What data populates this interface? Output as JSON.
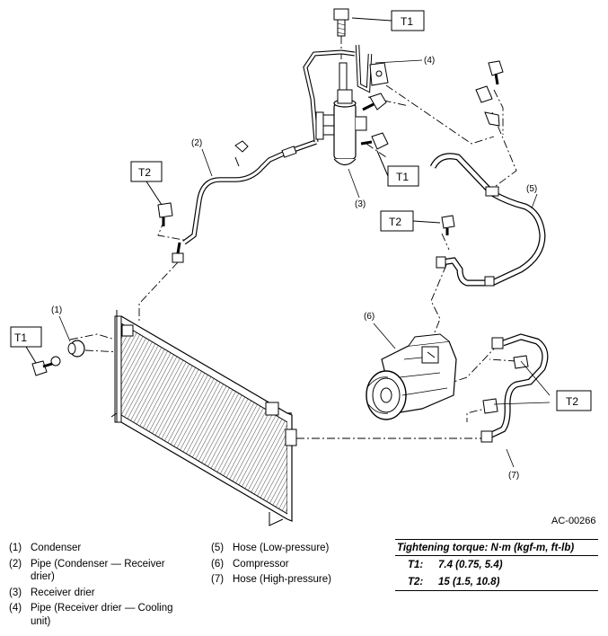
{
  "diagram": {
    "part_code": "AC-00266",
    "torque_tags": {
      "t1_top": "T1",
      "t1_drier": "T1",
      "t1_left": "T1",
      "t2_pipe": "T2",
      "t2_hose": "T2",
      "t2_high": "T2"
    },
    "callouts": {
      "c1": "(1)",
      "c2": "(2)",
      "c3": "(3)",
      "c4": "(4)",
      "c5": "(5)",
      "c6": "(6)",
      "c7": "(7)"
    }
  },
  "legend": {
    "col1": [
      {
        "num": "(1)",
        "text": "Condenser"
      },
      {
        "num": "(2)",
        "text": "Pipe (Condenser — Receiver drier)"
      },
      {
        "num": "(3)",
        "text": "Receiver drier"
      },
      {
        "num": "(4)",
        "text": "Pipe (Receiver drier — Cooling unit)"
      }
    ],
    "col2": [
      {
        "num": "(5)",
        "text": "Hose (Low-pressure)"
      },
      {
        "num": "(6)",
        "text": "Compressor"
      },
      {
        "num": "(7)",
        "text": "Hose (High-pressure)"
      }
    ]
  },
  "torque": {
    "heading": "Tightening torque: N·m (kgf-m, ft-lb)",
    "rows": [
      {
        "key": "T1:",
        "value": "7.4 (0.75, 5.4)"
      },
      {
        "key": "T2:",
        "value": "15 (1.5, 10.8)"
      }
    ]
  }
}
